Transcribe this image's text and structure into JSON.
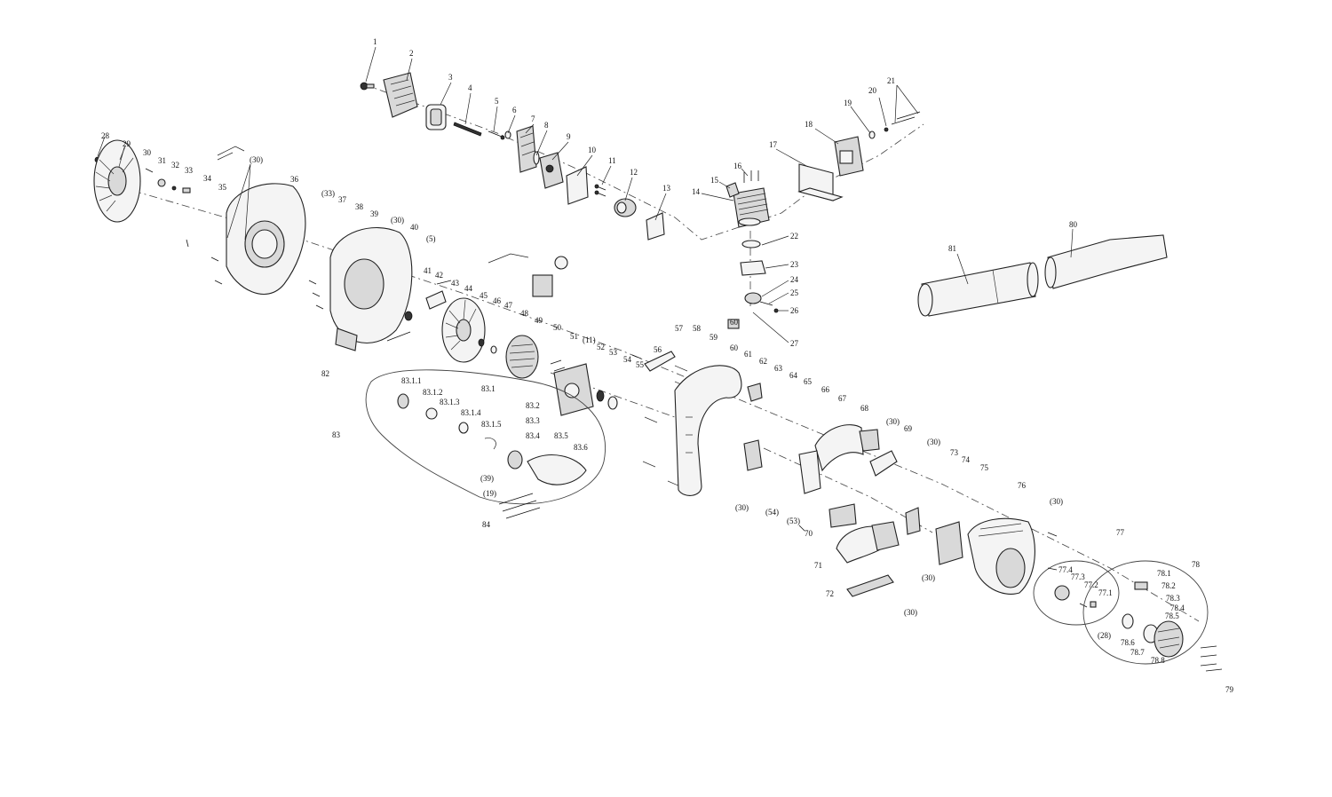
{
  "labels": {
    "l1": "1",
    "l2": "2",
    "l3": "3",
    "l4": "4",
    "l5": "5",
    "l6": "6",
    "l7": "7",
    "l8": "8",
    "l9": "9",
    "l10": "10",
    "l11": "11",
    "l12": "12",
    "l13": "13",
    "l14": "14",
    "l15": "15",
    "l16": "16",
    "l17": "17",
    "l18": "18",
    "l19": "19",
    "l20": "20",
    "l21": "21",
    "l22": "22",
    "l23": "23",
    "l24": "24",
    "l25": "25",
    "l26": "26",
    "l27": "27",
    "l28": "28",
    "l29": "29",
    "l30": "30",
    "l31": "31",
    "l32": "32",
    "l33": "33",
    "l34": "34",
    "l35": "35",
    "l36": "36",
    "l37": "37",
    "l38": "38",
    "l39": "39",
    "l40": "40",
    "l41": "41",
    "l42": "42",
    "l43": "43",
    "l44": "44",
    "l45": "45",
    "l46": "46",
    "l47": "47",
    "l48": "48",
    "l49": "49",
    "l50": "50",
    "l51": "51",
    "l52": "52",
    "l53": "53",
    "l54": "54",
    "l55": "55",
    "l56": "56",
    "l57": "57",
    "l58": "58",
    "l59": "59",
    "l60": "60",
    "l61": "61",
    "l62": "62",
    "l63": "63",
    "l64": "64",
    "l65": "65",
    "l66": "66",
    "l67": "67",
    "l68": "68",
    "l69": "69",
    "l70": "70",
    "l71": "71",
    "l72": "72",
    "l73": "73",
    "l74": "74",
    "l75": "75",
    "l76": "76",
    "l77": "77",
    "l78": "78",
    "l79": "79",
    "l80": "80",
    "l81": "81",
    "l82": "82",
    "l83": "83",
    "l84": "84",
    "l60b": "60",
    "p30a": "(30)",
    "p33": "(33)",
    "p30b": "(30)",
    "p5": "(5)",
    "p11": "(11)",
    "p30c": "(30)",
    "p30d": "(30)",
    "p30e": "(30)",
    "p30f": "(30)",
    "p30g": "(30)",
    "p30h": "(30)",
    "p39": "(39)",
    "p19": "(19)",
    "p54": "(54)",
    "p53": "(53)",
    "p28": "(28)",
    "s831": "83.1",
    "s8311": "83.1.1",
    "s8312": "83.1.2",
    "s8313": "83.1.3",
    "s8314": "83.1.4",
    "s8315": "83.1.5",
    "s832": "83.2",
    "s833": "83.3",
    "s834": "83.4",
    "s835": "83.5",
    "s836": "83.6",
    "s771": "77.1",
    "s772": "77.2",
    "s773": "77.3",
    "s774": "77.4",
    "s781": "78.1",
    "s782": "78.2",
    "s783": "78.3",
    "s784": "78.4",
    "s785": "78.5",
    "s786": "78.6",
    "s787": "78.7",
    "s788": "78.8"
  }
}
